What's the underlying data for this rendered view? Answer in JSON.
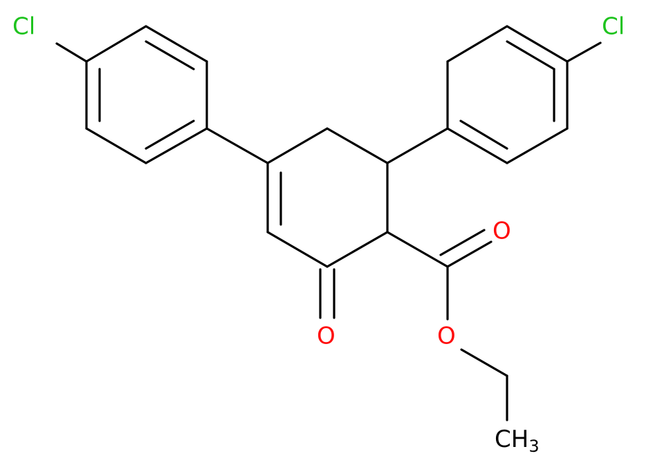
{
  "colors": {
    "bond": "#000000",
    "carbon_label": "#000000",
    "oxygen": "#ff0d0d",
    "chlorine": "#1ec31e"
  },
  "atoms": {
    "cl_left": "Cl",
    "cl_right": "Cl",
    "o_ketone": "O",
    "o_carbonyl": "O",
    "o_ester": "O",
    "methyl_c": "CH",
    "methyl_sub": "3"
  }
}
